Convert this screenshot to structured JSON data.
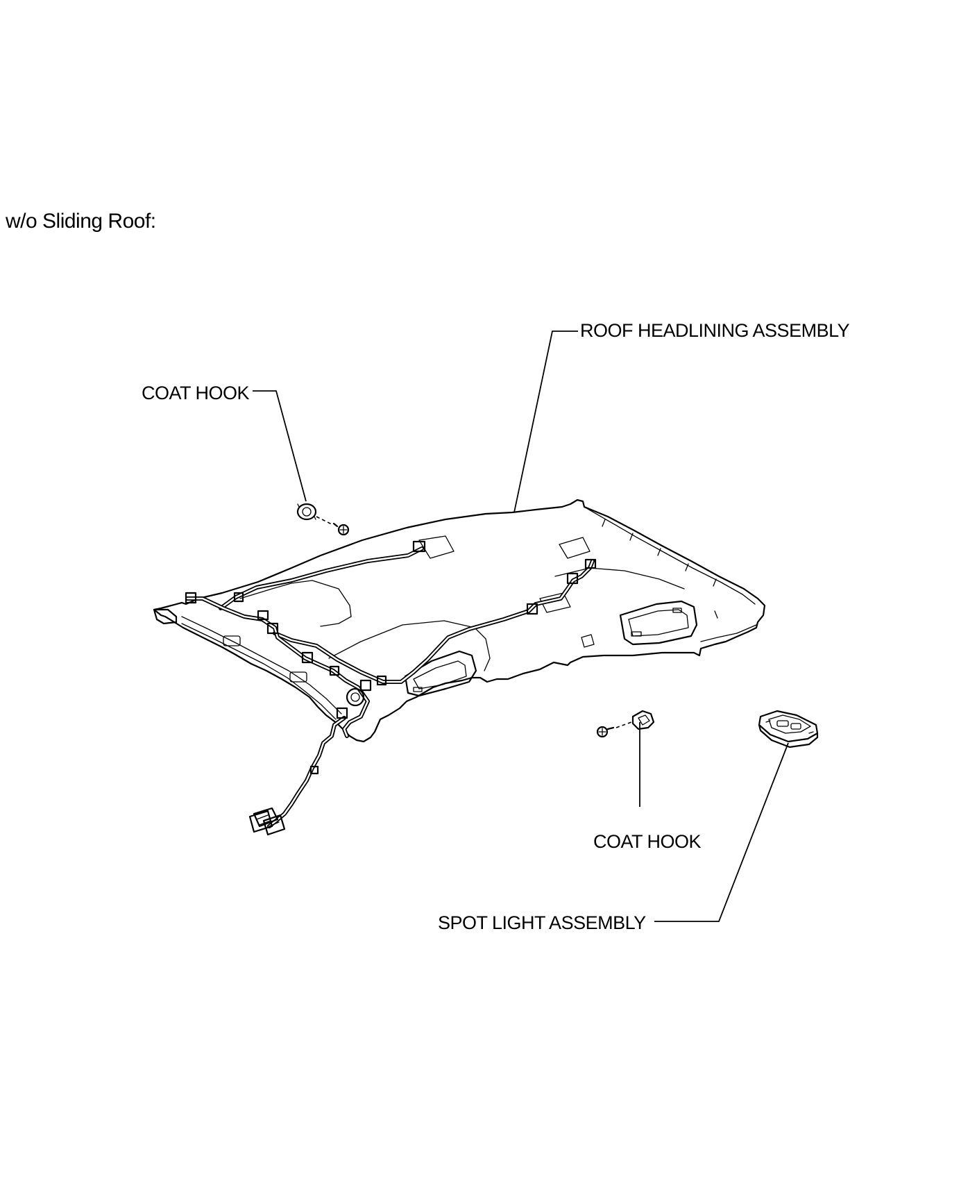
{
  "caption": "w/o Sliding Roof:",
  "labels": {
    "roof_headlining": "ROOF HEADLINING ASSEMBLY",
    "coat_hook_left": "COAT HOOK",
    "coat_hook_right": "COAT HOOK",
    "spot_light": "SPOT LIGHT ASSEMBLY"
  }
}
